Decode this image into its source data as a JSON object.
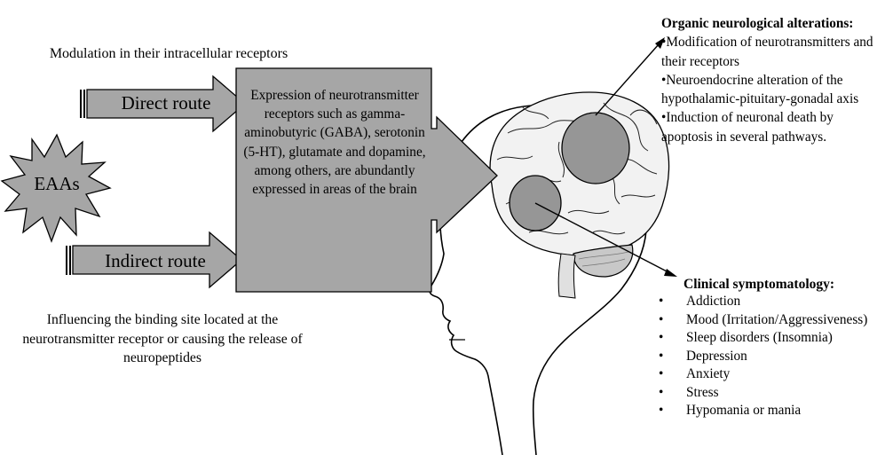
{
  "modulation_text": "Modulation in their intracellular receptors",
  "direct_route": "Direct route",
  "indirect_route": "Indirect route",
  "eaas": "EAAs",
  "expression_text": "Expression of neurotransmitter receptors such as gamma-aminobutyric (GABA), serotonin (5-HT), glutamate and dopamine, among others, are abundantly expressed in areas of the brain",
  "influencing_text": "Influencing the binding site located at the neurotransmitter receptor or causing the release of neuropeptides",
  "organic": {
    "title": "Organic neurological alterations:",
    "items": [
      "•Modification of neurotransmitters and their receptors",
      "•Neuroendocrine alteration of the hypothalamic-pituitary-gonadal axis",
      "•Induction of neuronal death by apoptosis in several pathways."
    ]
  },
  "clinical": {
    "title": "Clinical symptomatology:",
    "bullet": "•",
    "items": [
      "Addiction",
      "Mood (Irritation/Aggressiveness)",
      "Sleep disorders (Insomnia)",
      "Depression",
      "Anxiety",
      "Stress",
      "Hypomania or mania"
    ]
  },
  "colors": {
    "arrow_fill": "#a6a6a6",
    "box_fill": "#a6a6a6",
    "circle_fill": "#969696",
    "outline": "#000000"
  }
}
